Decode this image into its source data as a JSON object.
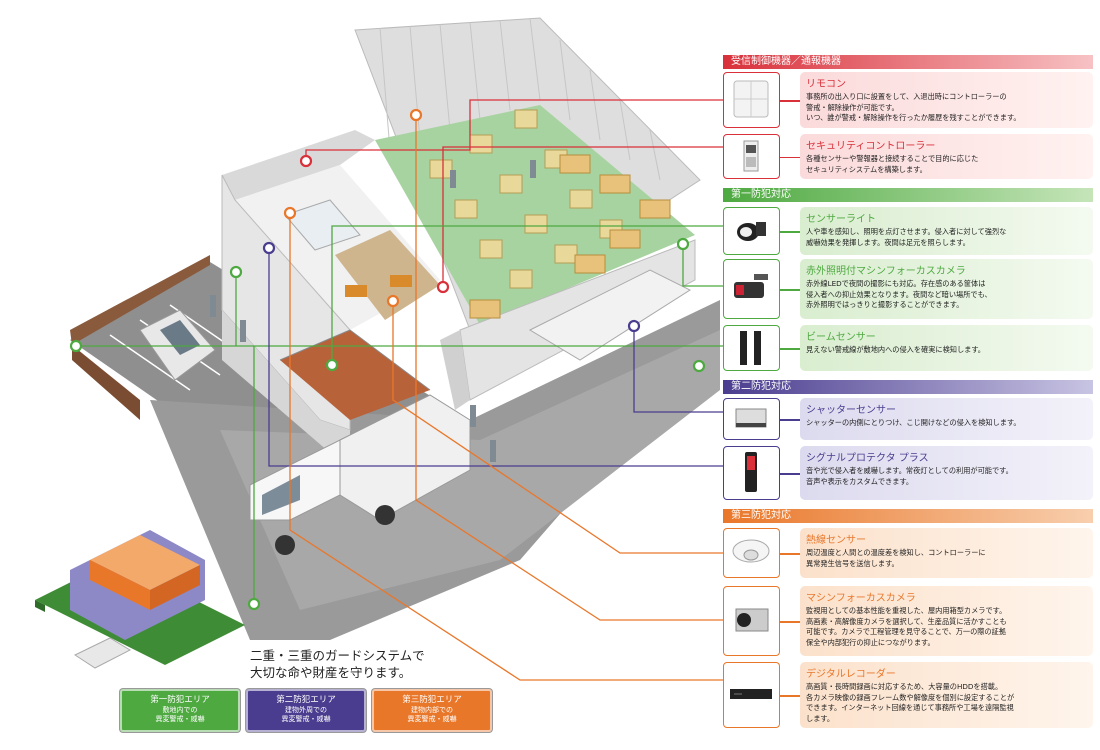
{
  "categories": {
    "receiver": {
      "label": "受信制御機器／通報機器",
      "color": "#d9303a"
    },
    "first": {
      "label": "第一防犯対応",
      "color": "#4ea941"
    },
    "second": {
      "label": "第二防犯対応",
      "color": "#4a3d8f"
    },
    "third": {
      "label": "第三防犯対応",
      "color": "#e9772a"
    }
  },
  "items": {
    "remocon": {
      "title": "リモコン",
      "desc": [
        "事務所の出入り口に設置をして、入退出時にコントローラーの",
        "警戒・解除操作が可能です。",
        "いつ、誰が警戒・解除操作を行ったか履歴を残すことができます。"
      ]
    },
    "controller": {
      "title": "セキュリティコントローラー",
      "desc": [
        "各種センサーや警報器と接続することで目的に応じた",
        "セキュリティシステムを構築します。"
      ]
    },
    "sensor_light": {
      "title": "センサーライト",
      "desc": [
        "人や車を感知し、照明を点灯させます。侵入者に対して強烈な",
        "威嚇効果を発揮します。夜間は足元を照らします。"
      ]
    },
    "ir_camera": {
      "title": "赤外照明付マシンフォーカスカメラ",
      "desc": [
        "赤外線LEDで夜間の撮影にも対応。存在感のある筐体は",
        "侵入者への抑止効果となります。夜間など暗い場所でも、",
        "赤外照明ではっきりと撮影することができます。"
      ]
    },
    "beam_sensor": {
      "title": "ビームセンサー",
      "desc": [
        "見えない警戒線が敷地内への侵入を確実に検知します。"
      ]
    },
    "shutter_sensor": {
      "title": "シャッターセンサー",
      "desc": [
        "シャッターの内側にとりつけ、こじ開けなどの侵入を検知します。"
      ]
    },
    "signal_protector": {
      "title": "シグナルプロテクタ プラス",
      "desc": [
        "音や光で侵入者を威嚇します。常夜灯としての利用が可能です。",
        "音声や表示をカスタムできます。"
      ]
    },
    "heat_sensor": {
      "title": "熱線センサー",
      "desc": [
        "周辺温度と人間との温度差を検知し、コントローラーに",
        "異常発生信号を送信します。"
      ]
    },
    "mf_camera": {
      "title": "マシンフォーカスカメラ",
      "desc": [
        "監視用としての基本性能を重視した、屋内用箱型カメラです。",
        "高画素・高解像度カメラを選択して、生産品質に活かすことも",
        "可能です。カメラで工程管理を見守ることで、万一の際の証拠",
        "保全や内部犯行の抑止につながります。"
      ]
    },
    "recorder": {
      "title": "デジタルレコーダー",
      "desc": [
        "高画質・長時間録画に対応するため、大容量のHDDを搭載。",
        "各カメラ映像の録画フレーム数や解像度を個別に設定することが",
        "できます。インターネット回線を通じて事務所や工場を遠隔監視",
        "します。"
      ]
    }
  },
  "tagline": [
    "二重・三重のガードシステムで",
    "大切な命や財産を守ります。"
  ],
  "zones": [
    {
      "title": "第一防犯エリア",
      "desc": [
        "敷地内での",
        "異変警戒・威嚇"
      ],
      "color": "#4ea941"
    },
    {
      "title": "第二防犯エリア",
      "desc": [
        "建物外周での",
        "異変警戒・威嚇"
      ],
      "color": "#4a3d8f"
    },
    {
      "title": "第三防犯エリア",
      "desc": [
        "建物内部での",
        "異変警戒・威嚇"
      ],
      "color": "#e9772a"
    }
  ]
}
